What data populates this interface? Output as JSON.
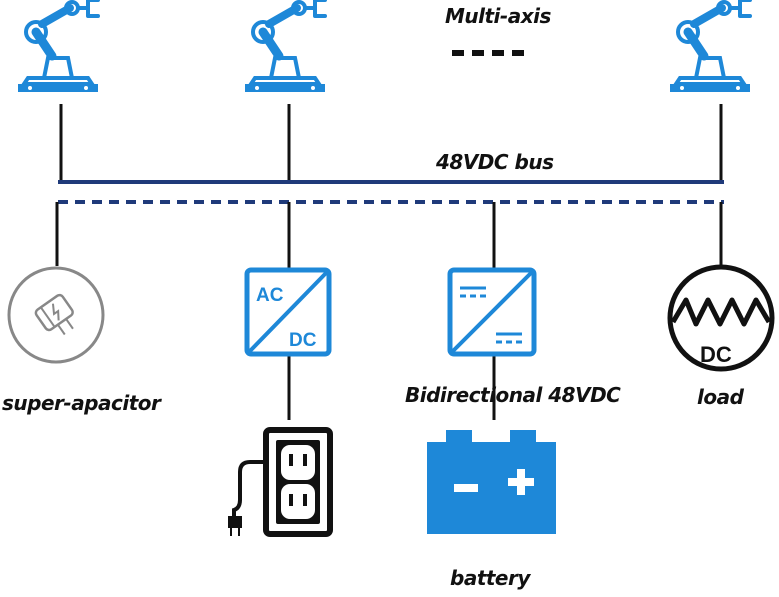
{
  "labels": {
    "multi_axis": "Multi-axis",
    "bus": "48VDC bus",
    "supercap": "super-apacitor",
    "bidirectional": "Bidirectional 48VDC",
    "load": "load",
    "battery": "battery"
  },
  "acdc": {
    "ac": "AC",
    "dc": "DC"
  },
  "load_icon": {
    "dc": "DC"
  },
  "icons": [
    "robot-arm-icon",
    "robot-arm-icon",
    "robot-arm-icon",
    "supercapacitor-icon",
    "ac-dc-converter-icon",
    "dc-dc-converter-icon",
    "dc-load-icon",
    "power-outlet-icon",
    "battery-icon"
  ],
  "colors": {
    "icon_blue": "#1e88d8",
    "bus_navy": "#1f3a7a",
    "wire": "#111111",
    "supercap_gray": "#888888"
  }
}
